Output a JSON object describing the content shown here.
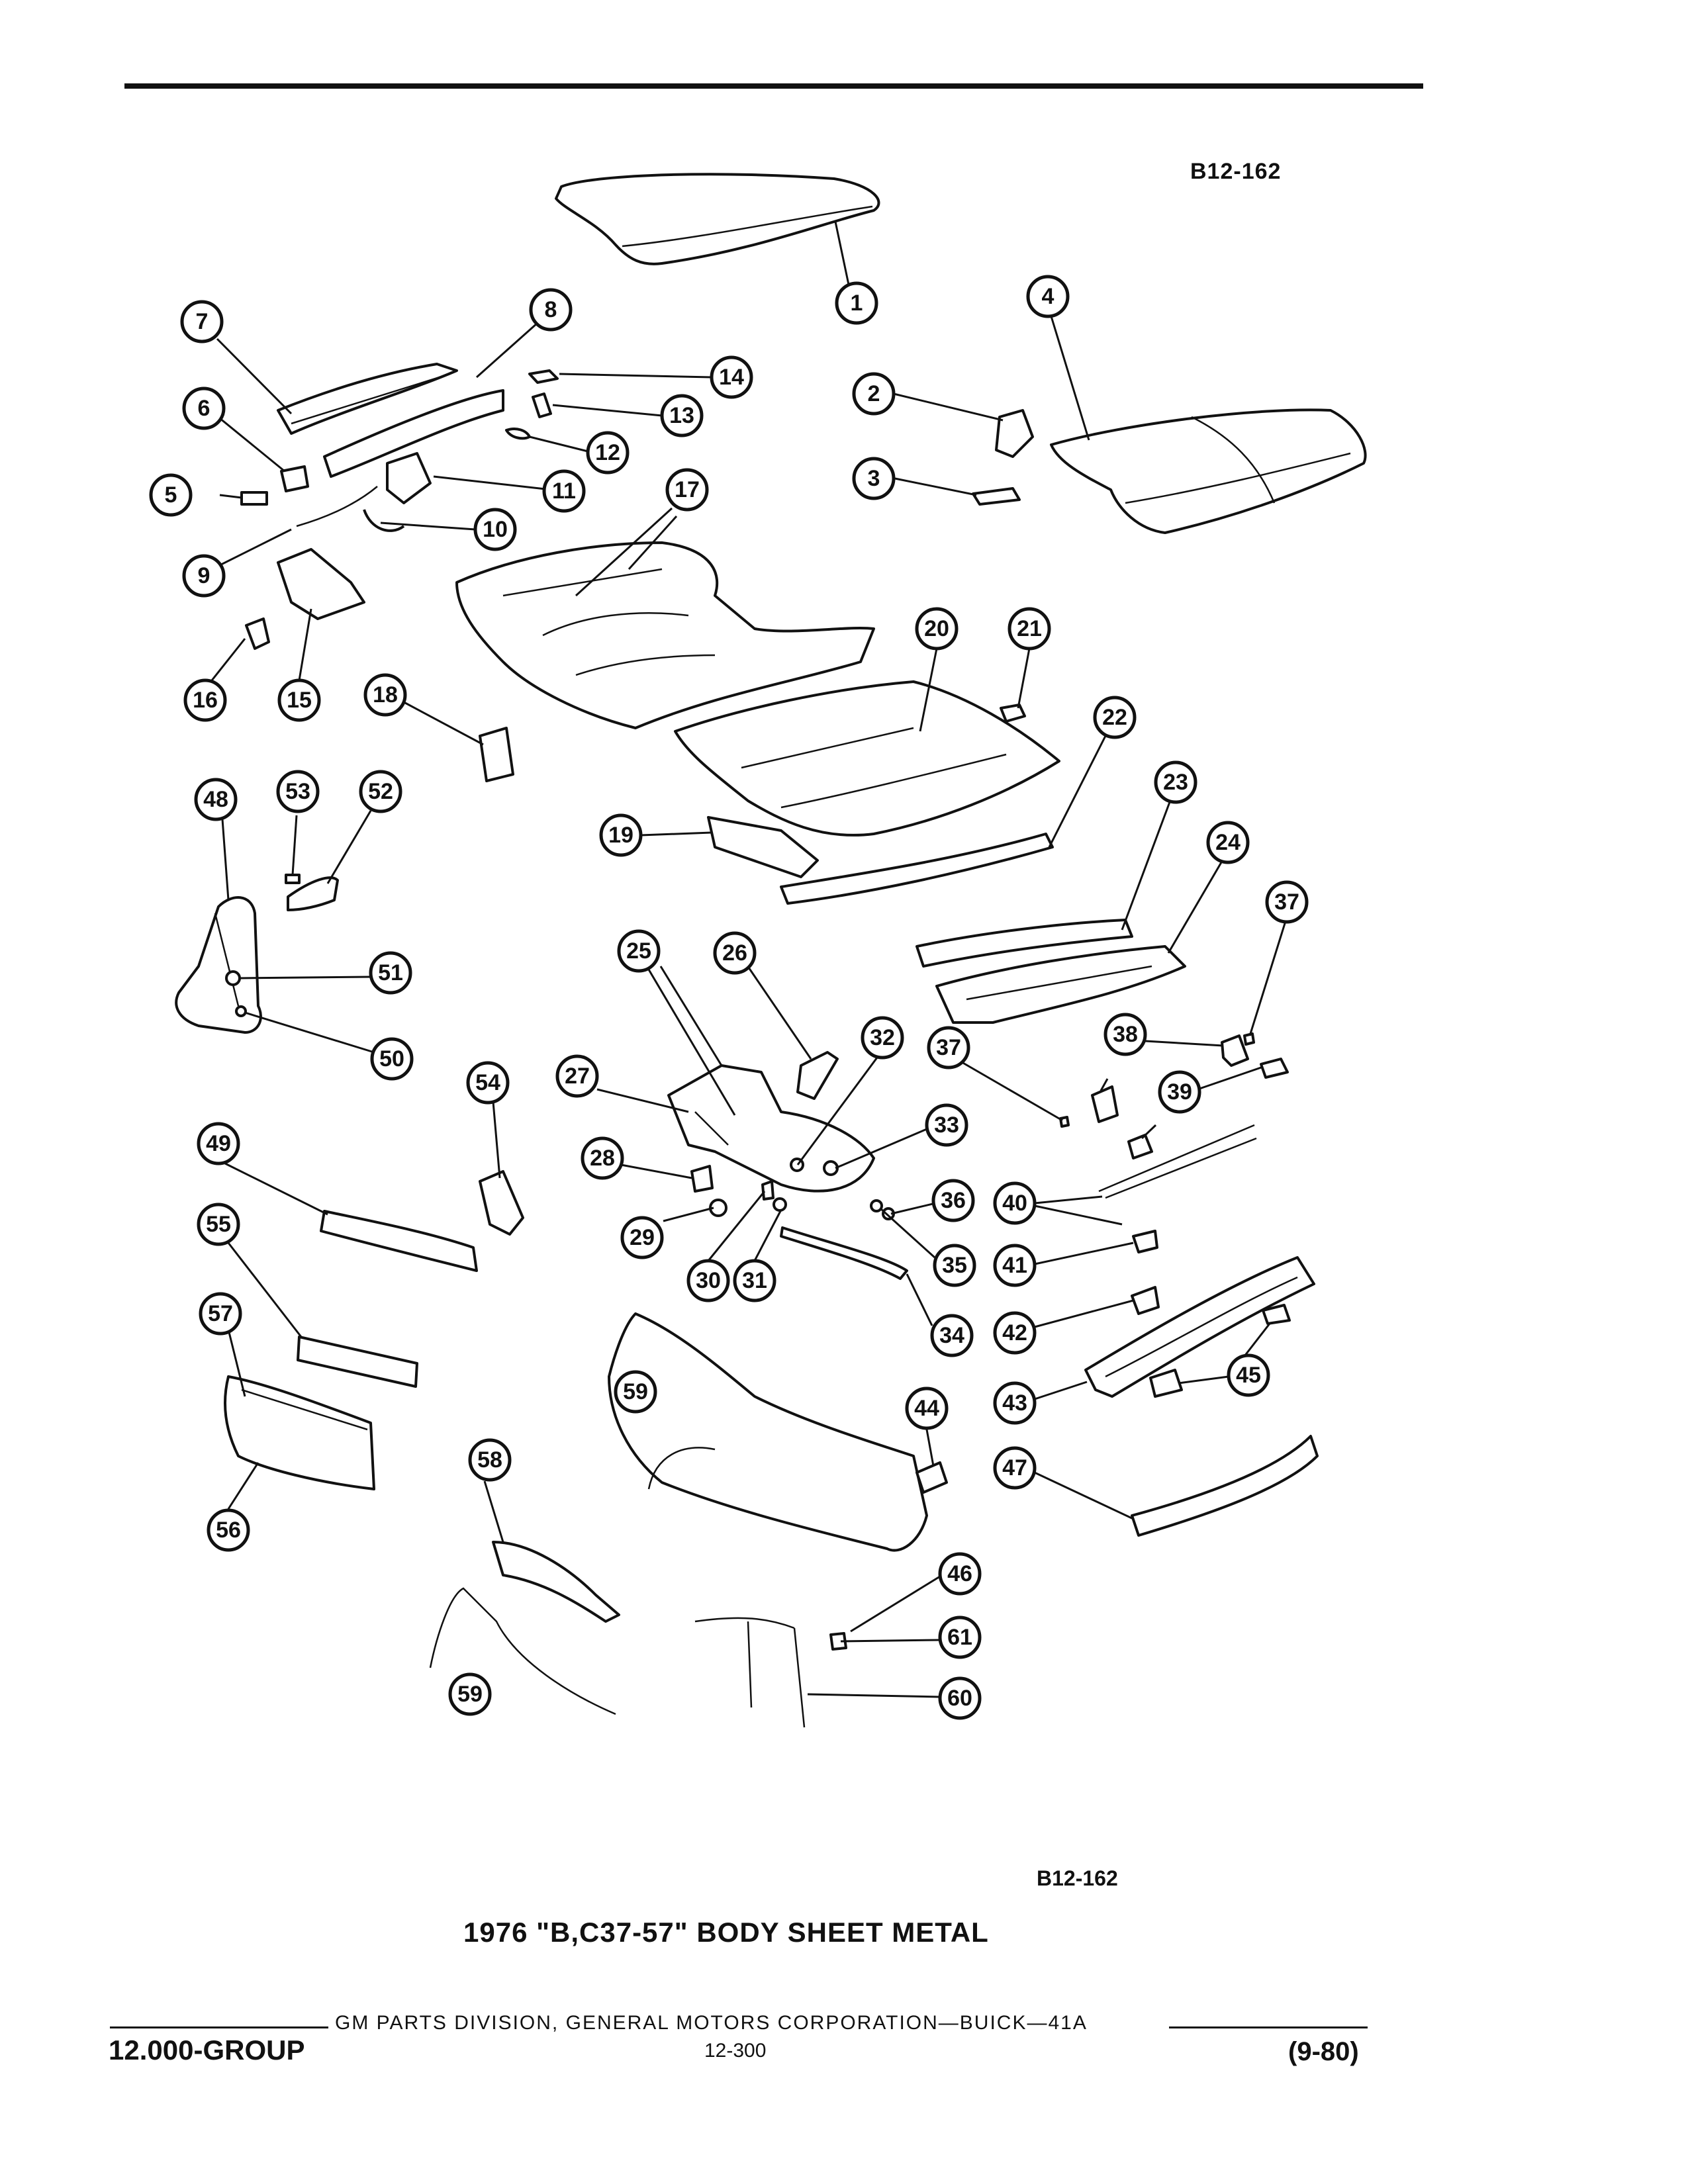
{
  "figure_id_top": "B12-162",
  "figure_id_bottom": "B12-162",
  "caption": "1976 \"B,C37-57\" BODY SHEET METAL",
  "footer": {
    "publisher": "GM PARTS DIVISION, GENERAL MOTORS CORPORATION—BUICK—41A",
    "group": "12.000-GROUP",
    "page": "12-300",
    "date_code": "(9-80)"
  },
  "callouts": [
    "1",
    "2",
    "3",
    "4",
    "5",
    "6",
    "7",
    "8",
    "9",
    "10",
    "11",
    "12",
    "13",
    "14",
    "15",
    "16",
    "17",
    "18",
    "19",
    "20",
    "21",
    "22",
    "23",
    "24",
    "25",
    "26",
    "27",
    "28",
    "29",
    "30",
    "31",
    "32",
    "33",
    "34",
    "35",
    "36",
    "37",
    "37",
    "38",
    "39",
    "40",
    "41",
    "42",
    "43",
    "44",
    "45",
    "46",
    "47",
    "48",
    "49",
    "50",
    "51",
    "52",
    "53",
    "54",
    "55",
    "56",
    "57",
    "58",
    "59",
    "59",
    "60",
    "61"
  ]
}
